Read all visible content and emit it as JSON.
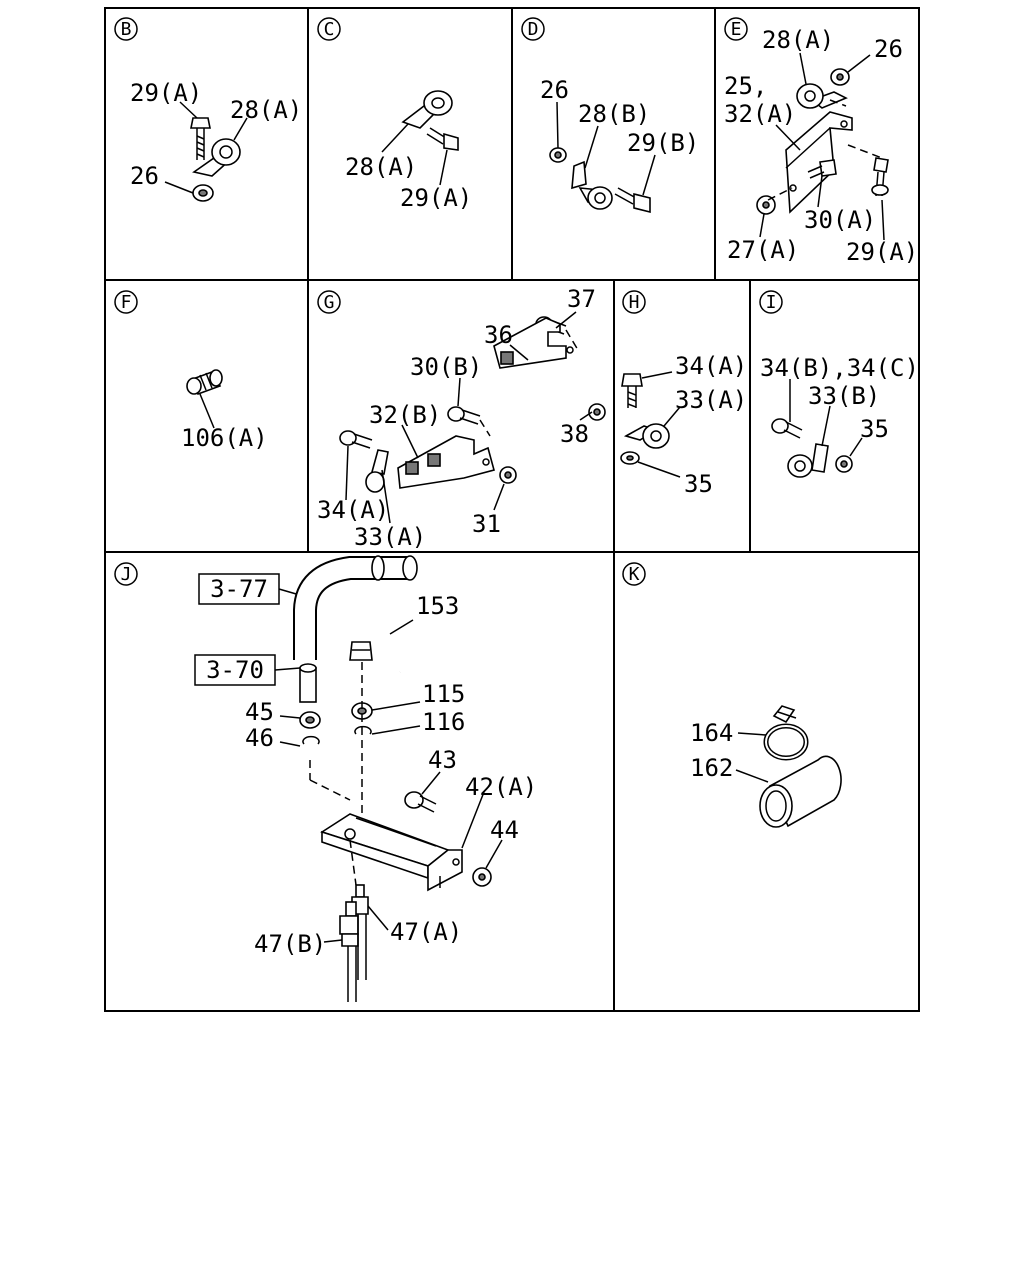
{
  "panels": {
    "B": {
      "letter": "B",
      "labels": [
        "29(A)",
        "28(A)",
        "26"
      ]
    },
    "C": {
      "letter": "C",
      "labels": [
        "28(A)",
        "29(A)"
      ]
    },
    "D": {
      "letter": "D",
      "labels": [
        "26",
        "28(B)",
        "29(B)"
      ]
    },
    "E": {
      "letter": "E",
      "labels": [
        "28(A)",
        "26",
        "25,",
        "32(A)",
        "27(A)",
        "30(A)",
        "29(A)"
      ]
    },
    "F": {
      "letter": "F",
      "labels": [
        "106(A)"
      ]
    },
    "G": {
      "letter": "G",
      "labels": [
        "37",
        "36",
        "30(B)",
        "38",
        "32(B)",
        "34(A)",
        "33(A)",
        "31"
      ]
    },
    "H": {
      "letter": "H",
      "labels": [
        "34(A)",
        "33(A)",
        "35"
      ]
    },
    "I": {
      "letter": "I",
      "labels": [
        "34(B),34(C)",
        "33(B)",
        "35"
      ]
    },
    "J": {
      "letter": "J",
      "labels": [
        "153",
        "115",
        "116",
        "45",
        "46",
        "43",
        "42(A)",
        "44",
        "47(B)",
        "47(A)"
      ],
      "refs": [
        "3-77",
        "3-70"
      ]
    },
    "K": {
      "letter": "K",
      "labels": [
        "164",
        "162"
      ]
    }
  }
}
